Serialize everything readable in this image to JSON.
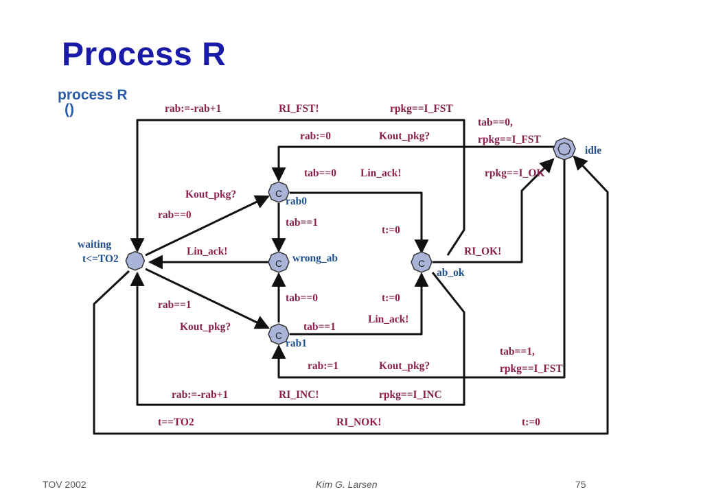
{
  "title": "Process R",
  "process": {
    "name": "process R",
    "params": "()"
  },
  "locations": {
    "waiting": {
      "name": "waiting",
      "invariant": "t<=TO2"
    },
    "rab0": {
      "name": "rab0",
      "mark": "C"
    },
    "wrong_ab": {
      "name": "wrong_ab",
      "mark": "C"
    },
    "rab1": {
      "name": "rab1",
      "mark": "C"
    },
    "ab_ok": {
      "name": "ab_ok",
      "mark": "C"
    },
    "idle": {
      "name": "idle"
    }
  },
  "labels": {
    "top_update": "rab:=-rab+1",
    "top_sync": "RI_FST!",
    "top_guard": "rpkg==I_FST",
    "idle_guard1": "tab==0,",
    "idle_guard2": "rpkg==I_FST",
    "idle_back_update": "rab:=0",
    "idle_back_sync": "Kout_pkg?",
    "rab0_guard": "tab==0",
    "rab0_sync": "Lin_ack!",
    "rpkg_ok": "rpkg==I_OK",
    "w_rab0_sync": "Kout_pkg?",
    "w_rab0_guard": "rab==0",
    "rab0_wrong_guard": "tab==1",
    "t_reset_upper": "t:=0",
    "wrong_w_sync": "Lin_ack!",
    "abok_idle_sync": "RI_OK!",
    "w_rab1_guard": "rab==1",
    "w_rab1_sync": "Kout_pkg?",
    "rab1_wrong_guard": "tab==0",
    "t_reset_lower": "t:=0",
    "rab1_guard": "tab==1",
    "rab1_sync": "Lin_ack!",
    "idle_rab1_guard1": "tab==1,",
    "idle_rab1_guard2": "rpkg==I_FST",
    "rab1_back_update": "rab:=1",
    "rab1_back_sync": "Kout_pkg?",
    "bottom_update": "rab:=-rab+1",
    "bottom_sync": "RI_INC!",
    "bottom_guard": "rpkg==I_INC",
    "timeout_guard": "t==TO2",
    "timeout_sync": "RI_NOK!",
    "timeout_update": "t:=0"
  },
  "footer": {
    "left": "TOV 2002",
    "center": "Kim G. Larsen",
    "right": "75"
  },
  "colors": {
    "title": "#1a1aa8",
    "label": "#8a1f4a",
    "location": "#1f4f8a",
    "node_fill": "#a9b4d8"
  }
}
